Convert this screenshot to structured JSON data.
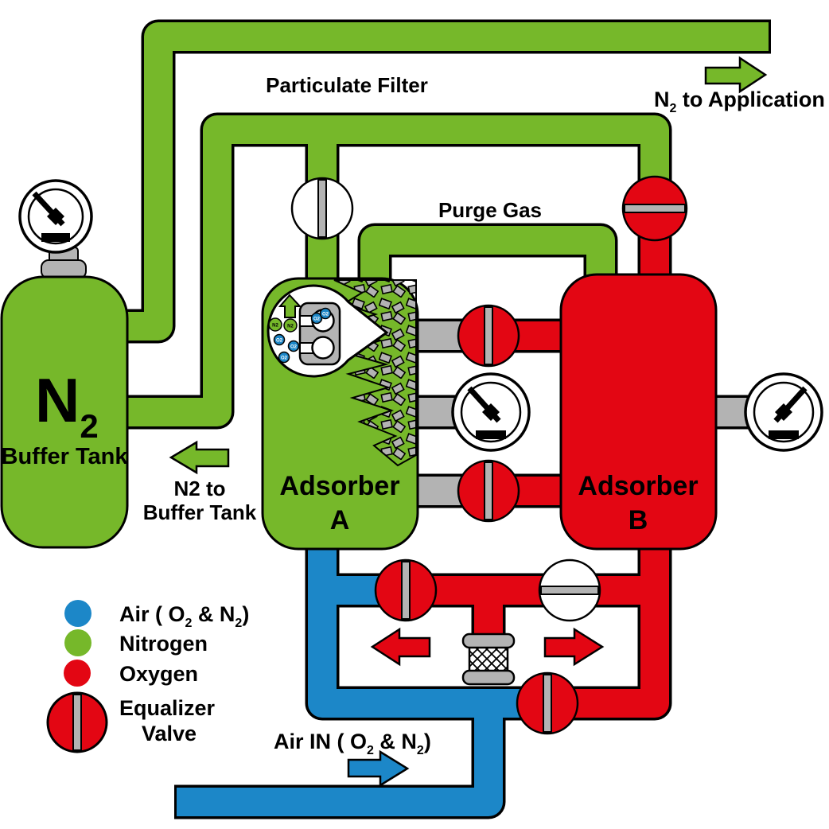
{
  "colors": {
    "nitrogen": "#76B82A",
    "oxygen": "#E30613",
    "air": "#1C87C8",
    "pipe_gray": "#B3B3B3",
    "outline": "#000000"
  },
  "labels": {
    "particulate_filter": "Particulate Filter",
    "purge_gas": "Purge Gas",
    "n2_to_application": {
      "p1": "N",
      "s1": "2",
      "p2": " to Application"
    },
    "n2_to_buffer_line1": "N2 to",
    "n2_to_buffer_line2": "Buffer Tank",
    "air_in": {
      "p1": "Air IN ( O",
      "s1": "2",
      "p2": " & N",
      "s2": "2",
      "p3": ")"
    }
  },
  "tanks": {
    "buffer": {
      "symbol": {
        "p1": "N",
        "s1": "2"
      },
      "caption": "Buffer Tank"
    },
    "adsorber_a": {
      "line1": "Adsorber",
      "line2": "A"
    },
    "adsorber_b": {
      "line1": "Adsorber",
      "line2": "B"
    }
  },
  "legend": {
    "air": {
      "p1": "Air ( O",
      "s1": "2",
      "p2": " & N",
      "s2": "2",
      "p3": ")"
    },
    "nitrogen": "Nitrogen",
    "oxygen": "Oxygen",
    "equalizer_line1": "Equalizer",
    "equalizer_line2": "Valve"
  },
  "molecules": {
    "n2": "N2",
    "o2": "O2"
  }
}
